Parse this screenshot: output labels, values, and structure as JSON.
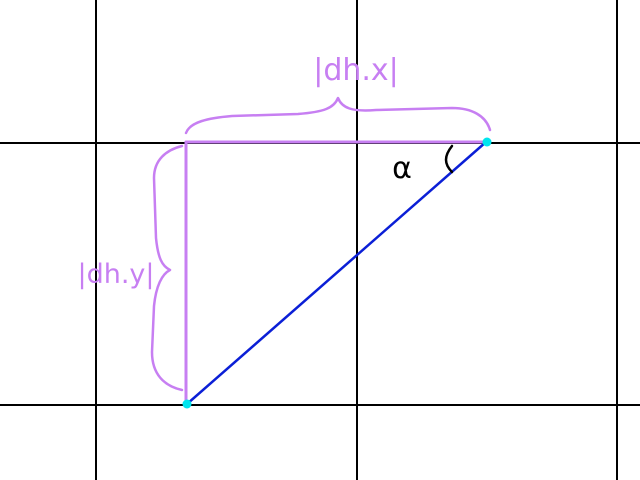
{
  "labels": {
    "horizontal": "|dh.x|",
    "vertical": "|dh.y|",
    "angle": "α"
  },
  "colors": {
    "background": "#ffffff",
    "grid": "#000000",
    "annotation": "#c77ff2",
    "hypotenuse": "#0b1fd6",
    "endpoints": "#00e5ee",
    "angle_mark": "#000000"
  }
}
